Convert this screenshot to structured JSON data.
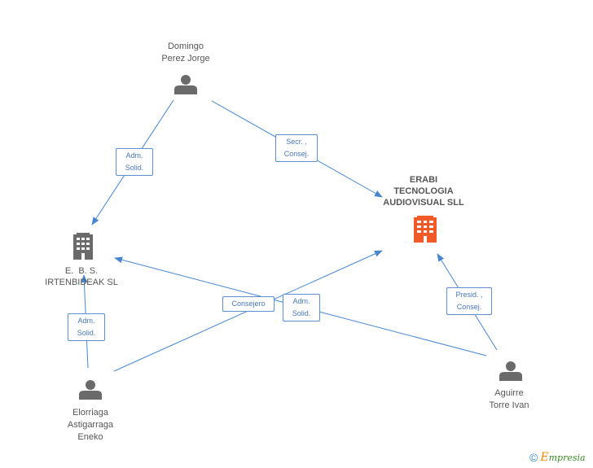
{
  "colors": {
    "edge": "#4a86d0",
    "person": "#6a6a6a",
    "company": "#6a6a6a",
    "main_company": "#f05a28"
  },
  "nodes": {
    "domingo": {
      "lines": [
        "Domingo",
        "Perez Jorge"
      ],
      "icon": "person-icon"
    },
    "elorriaga": {
      "lines": [
        "Elorriaga",
        "Astigarraga",
        "Eneko"
      ],
      "icon": "person-icon"
    },
    "aguirre": {
      "lines": [
        "Aguirre",
        "Torre Ivan"
      ],
      "icon": "person-icon"
    },
    "ebs": {
      "lines": [
        "E.  B. S.",
        "IRTENBIDEAK SL"
      ],
      "icon": "building-icon"
    },
    "erabi": {
      "lines": [
        "ERABI",
        "TECNOLOGIA",
        "AUDIOVISUAL SLL"
      ],
      "icon": "building-icon"
    }
  },
  "relations": {
    "domingo_ebs": [
      "Adm.",
      "Solid."
    ],
    "domingo_erabi": [
      "Secr. ,",
      "Consej."
    ],
    "elorriaga_ebs": [
      "Adm.",
      "Solid."
    ],
    "elorriaga_erabi": [
      "Consejero"
    ],
    "aguirre_ebs": [
      "Adm.",
      "Solid."
    ],
    "aguirre_erabi": [
      "Presid. ,",
      "Consej."
    ]
  },
  "footer": {
    "copyright": "©",
    "brand_initial": "E",
    "brand_rest": "mpresia"
  }
}
